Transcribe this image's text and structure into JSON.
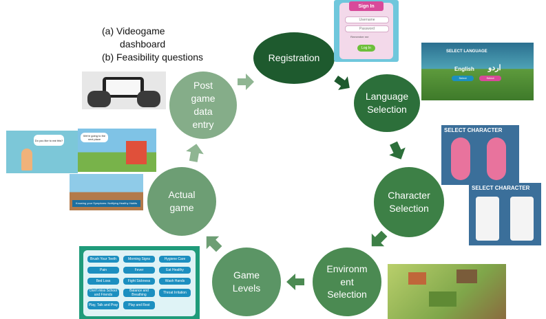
{
  "legend": {
    "line_a": "(a)  Videogame",
    "line_a2": "dashboard",
    "line_b": "(b)  Feasibility questions"
  },
  "steps": [
    {
      "label": "Registration",
      "color": "#1e5a2e"
    },
    {
      "label": "Language\nSelection",
      "color": "#2c6f3a"
    },
    {
      "label": "Character\nSelection",
      "color": "#3d8046"
    },
    {
      "label": "Environm\nent\nSelection",
      "color": "#4b8a52"
    },
    {
      "label": "Game\nLevels",
      "color": "#5b9565"
    },
    {
      "label": "Actual\ngame",
      "color": "#6d9e74"
    },
    {
      "label": "Post\ngame\ndata\nentry",
      "color": "#85ad89"
    }
  ],
  "signin": {
    "title": "Sign In",
    "username": "Username",
    "password": "Password",
    "remember": "Remember me",
    "login": "Log In"
  },
  "language": {
    "title": "SELECT LANGUAGE",
    "english": "English",
    "urdu": "اردو",
    "select1": "Select",
    "select2": "Select"
  },
  "character": {
    "title1": "SELECT CHARACTER",
    "title2": "SELECT CHARACTER"
  },
  "game_scene": {
    "bubble1": "Do you like to eat this?",
    "bubble2": "We're going to the next place",
    "banner": "Knowing your Symptoms: Notifying Healthy Habits"
  },
  "levels": {
    "buttons": [
      "Brush Your Teeth",
      "Morning Signs",
      "Hygiene Care",
      "Pain",
      "Fever",
      "Eat Healthy",
      "Bed Loss",
      "Fight Sickness",
      "Wash Hands",
      "Don't miss School and Friends",
      "Balance and Breathing",
      "Throat Irritation",
      "Play, Talk and Pray",
      "Play and Rest"
    ]
  }
}
